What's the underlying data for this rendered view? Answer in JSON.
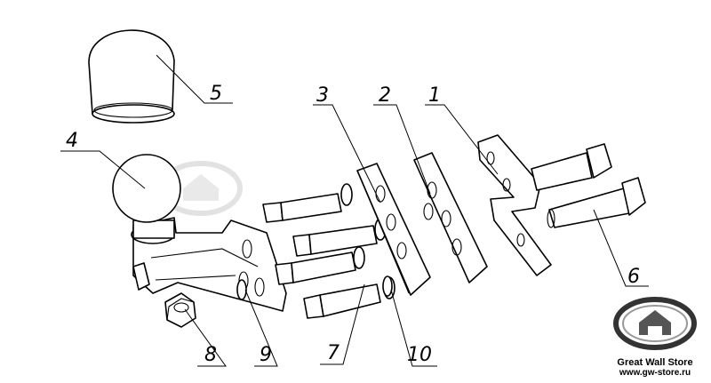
{
  "callouts": [
    {
      "id": "1",
      "label": "1"
    },
    {
      "id": "2",
      "label": "2"
    },
    {
      "id": "3",
      "label": "3"
    },
    {
      "id": "4",
      "label": "4"
    },
    {
      "id": "5",
      "label": "5"
    },
    {
      "id": "6",
      "label": "6"
    },
    {
      "id": "7",
      "label": "7"
    },
    {
      "id": "8",
      "label": "8"
    },
    {
      "id": "9",
      "label": "9"
    },
    {
      "id": "10",
      "label": "10"
    }
  ],
  "logo": {
    "icon": "great-wall-emblem-icon",
    "brand": "Great Wall Store",
    "url": "www.gw-store.ru"
  }
}
